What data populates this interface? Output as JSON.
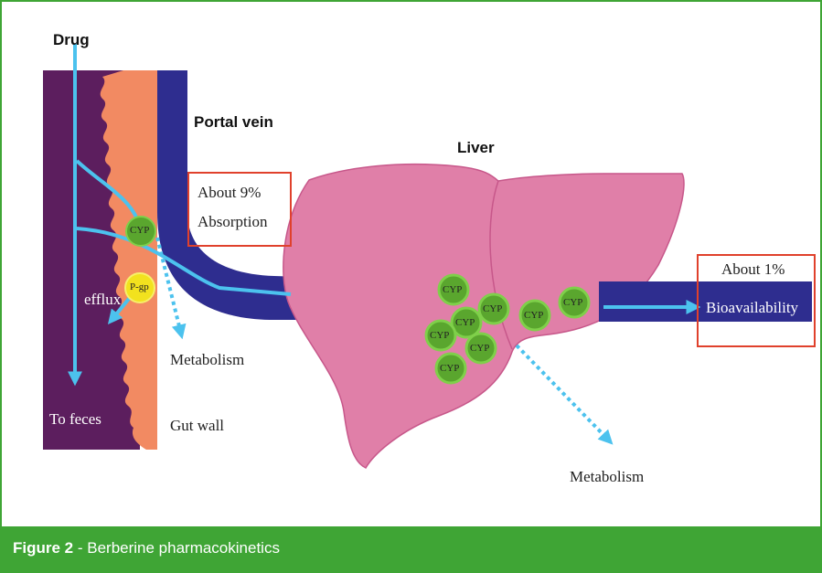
{
  "labels": {
    "drug": "Drug",
    "portal_vein": "Portal vein",
    "liver": "Liver",
    "about_9": "About 9%",
    "absorption": "Absorption",
    "efflux": "efflux",
    "pgp": "P-gp",
    "metabolism_gut": "Metabolism",
    "to_feces": "To feces",
    "gut_wall": "Gut wall",
    "metabolism_liver": "Metabolism",
    "about_1": "About 1%",
    "bioavailability": "Bioavailability",
    "cyp": "CYP"
  },
  "caption": {
    "figure": "Figure 2",
    "separator": " - ",
    "title": "Berberine pharmacokinetics"
  },
  "colors": {
    "frame": "#3fa535",
    "gut_lumen": "#5c1e5e",
    "gut_wall": "#f28a62",
    "vein": "#2e2d8f",
    "liver": "#e07fa8",
    "cyp": "#5aa62e",
    "pgp": "#f2e21e",
    "arrow": "#4cc2ee",
    "box": "#e0412c"
  }
}
